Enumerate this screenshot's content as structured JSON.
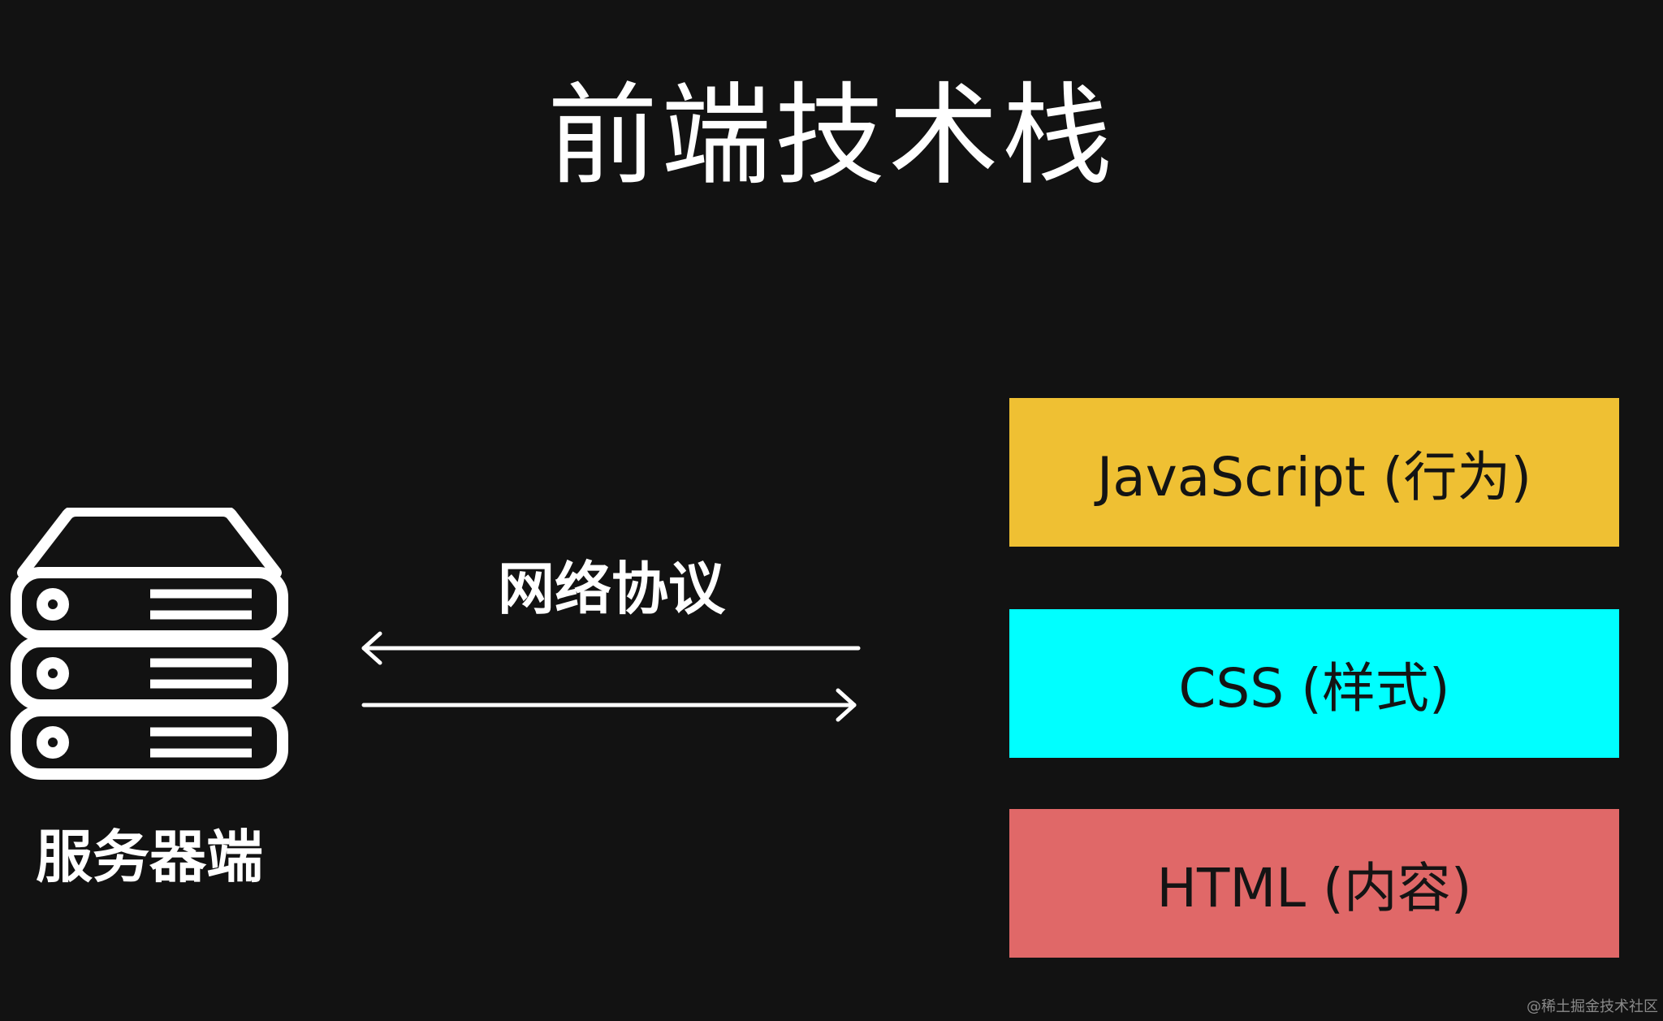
{
  "title": "前端技术栈",
  "server": {
    "label": "服务器端",
    "icon": "server-stack-icon"
  },
  "protocol": {
    "label": "网络协议",
    "arrow_left_icon": "arrow-left-icon",
    "arrow_right_icon": "arrow-right-icon"
  },
  "stack": [
    {
      "label": "JavaScript (行为)",
      "color": "#EFC033"
    },
    {
      "label": "CSS (样式)",
      "color": "#00FFFF"
    },
    {
      "label": "HTML (内容)",
      "color": "#E06868"
    }
  ],
  "colors": {
    "background": "#121212",
    "foreground": "#FFFFFF",
    "layer_text": "#141414"
  },
  "watermark": "@稀土掘金技术社区"
}
